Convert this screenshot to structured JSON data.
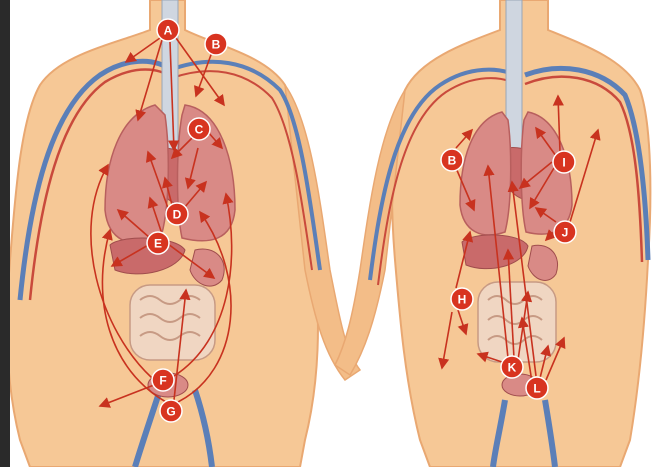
{
  "labels": [
    {
      "id": "A",
      "text": "A"
    },
    {
      "id": "B1",
      "text": "B"
    },
    {
      "id": "C",
      "text": "C"
    },
    {
      "id": "D",
      "text": "D"
    },
    {
      "id": "E",
      "text": "E"
    },
    {
      "id": "F",
      "text": "F"
    },
    {
      "id": "G",
      "text": "G"
    },
    {
      "id": "B2",
      "text": "B"
    },
    {
      "id": "I",
      "text": "I"
    },
    {
      "id": "J",
      "text": "J"
    },
    {
      "id": "H",
      "text": "H"
    },
    {
      "id": "K",
      "text": "K"
    },
    {
      "id": "L",
      "text": "L"
    }
  ],
  "colors": {
    "background": "#ffffff",
    "skin": "#f6c896",
    "skin_outline": "#e9a872",
    "vein": "#5b7fb8",
    "artery": "#c94a3c",
    "organ": "#d98a86",
    "organ_dark": "#b85f5e",
    "intestine": "#f0d6c2",
    "trachea": "#cfd6e0",
    "arrow": "#c8321f",
    "label_fill": "#d83420"
  }
}
